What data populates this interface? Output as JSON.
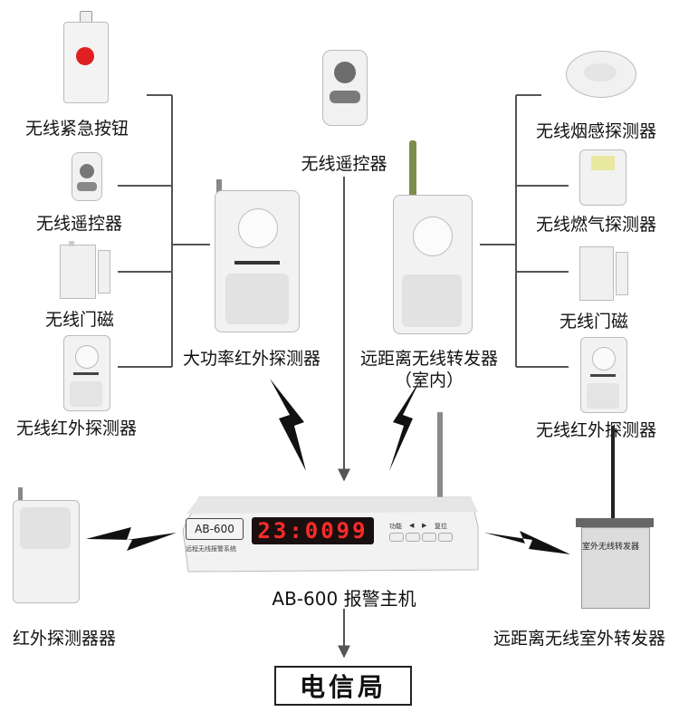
{
  "left_devices": [
    {
      "label": "无线紧急按钮"
    },
    {
      "label": "无线遥控器"
    },
    {
      "label": "无线门磁"
    },
    {
      "label": "无线红外探测器"
    }
  ],
  "right_devices": [
    {
      "label": "无线烟感探测器"
    },
    {
      "label": "无线燃气探测器"
    },
    {
      "label": "无线门磁"
    },
    {
      "label": "无线红外探测器"
    }
  ],
  "center": {
    "remote_label": "无线遥控器",
    "pir_label": "大功率红外探测器",
    "repeater_label": "远距离无线转发器",
    "repeater_sub": "（室内）"
  },
  "host": {
    "model_tag": "AB-600",
    "display": "23:0099",
    "subtitle": "远程无线报警系统",
    "label": "AB-600 报警主机",
    "controls": [
      "功能",
      "◀",
      "▶",
      "复位"
    ]
  },
  "bottom_left": {
    "label": "红外探测器器"
  },
  "bottom_right": {
    "label": "远距离无线室外转发器",
    "box_text": "室外无线转发器"
  },
  "destination": {
    "label": "电信局"
  }
}
